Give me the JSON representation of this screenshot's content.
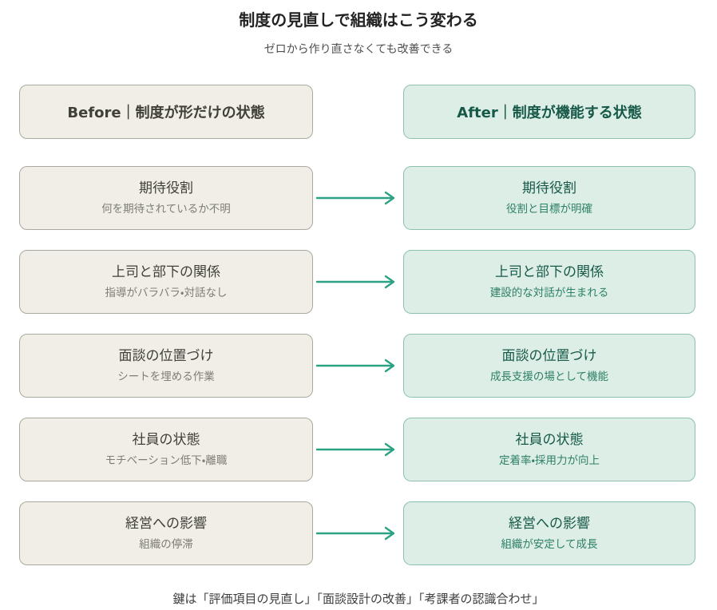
{
  "page": {
    "title": "制度の見直しで組織はこう変わる",
    "subtitle": "ゼロから作り直さなくても改善できる",
    "footer": "鍵は「評価項目の見直し」「面談設計の改善」「考課者の認識合わせ」"
  },
  "headers": {
    "before": "Before｜制度が形だけの状態",
    "after": "After｜制度が機能する状態"
  },
  "rows": [
    {
      "before": {
        "title": "期待役割",
        "desc": "何を期待されているか不明"
      },
      "after": {
        "title": "期待役割",
        "desc": "役割と目標が明確"
      }
    },
    {
      "before": {
        "title": "上司と部下の関係",
        "desc": "指導がバラバラ・対話なし"
      },
      "after": {
        "title": "上司と部下の関係",
        "desc": "建設的な対話が生まれる"
      }
    },
    {
      "before": {
        "title": "面談の位置づけ",
        "desc": "シートを埋める作業"
      },
      "after": {
        "title": "面談の位置づけ",
        "desc": "成長支援の場として機能"
      }
    },
    {
      "before": {
        "title": "社員の状態",
        "desc": "モチベーション低下・離職"
      },
      "after": {
        "title": "社員の状態",
        "desc": "定着率・採用力が向上"
      }
    },
    {
      "before": {
        "title": "経営への影響",
        "desc": "組織の停滞"
      },
      "after": {
        "title": "経営への影響",
        "desc": "組織が安定して成長"
      }
    }
  ],
  "icons": {
    "arrow": "right-arrow"
  },
  "colors": {
    "before_bg": "#f0eee6",
    "before_border": "#abaa9f",
    "before_title": "#403f38",
    "before_desc": "#7f7e74",
    "after_bg": "#ddeee6",
    "after_border": "#8ec0ae",
    "after_title": "#175949",
    "after_desc": "#2e8067",
    "arrow": "#2ca183"
  }
}
